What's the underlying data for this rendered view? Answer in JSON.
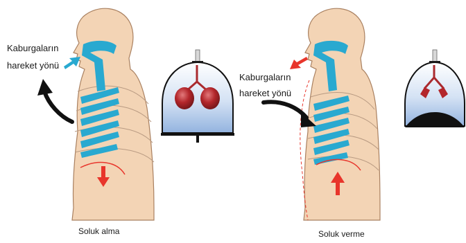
{
  "inhale": {
    "label_line1": "Kaburgaların",
    "label_line2": "hareket yönü",
    "caption": "Soluk alma"
  },
  "exhale": {
    "label_line1": "Kaburgaların",
    "label_line2": "hareket yönü",
    "caption": "Soluk verme"
  },
  "colors": {
    "skin": "#f3d4b5",
    "skin_outline": "#b08a6a",
    "airway": "#29a9d0",
    "arrow_red": "#e8352b",
    "arrow_blue": "#29a9d0",
    "lung_red": "#a8262a",
    "jar_blue": "#aec6e6",
    "diaphragm": "#111111"
  }
}
